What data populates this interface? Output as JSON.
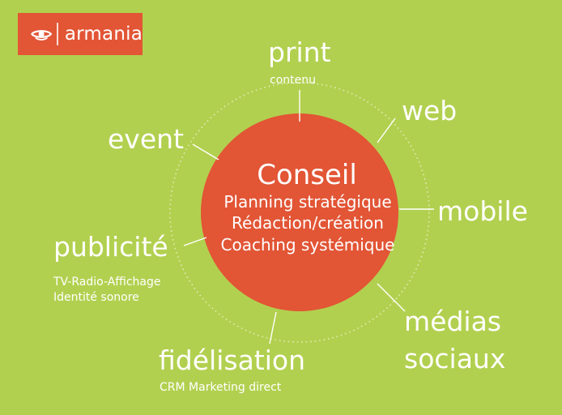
{
  "brand": {
    "name": "armania",
    "colors": {
      "background": "#b2d04f",
      "accent": "#e25535",
      "text": "#ffffff"
    },
    "logo_icon": "eye-icon"
  },
  "center": {
    "title": "Conseil",
    "lines": [
      "Planning stratégique",
      "Rédaction/création",
      "Coaching systémique"
    ]
  },
  "outer_labels": {
    "print": "print",
    "print_sub": "contenu",
    "web": "web",
    "mobile": "mobile",
    "medias_line1": "médias",
    "medias_line2": "sociaux",
    "fidelisation": "fidélisation",
    "fidelisation_sub": "CRM Marketing direct",
    "publicite": "publicité",
    "publicite_sub1": "TV-Radio-Affichage",
    "publicite_sub2": "Identité sonore",
    "event": "event"
  }
}
